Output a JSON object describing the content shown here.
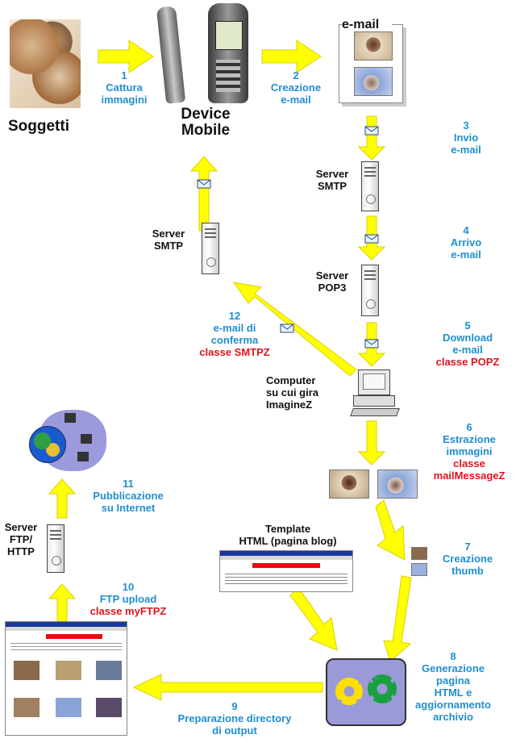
{
  "nodes": {
    "soggetti": "Soggetti",
    "device_line1": "Device",
    "device_line2": "Mobile",
    "email_doc": "e-mail",
    "smtp_right_line1": "Server",
    "smtp_right_line2": "SMTP",
    "pop3_line1": "Server",
    "pop3_line2": "POP3",
    "smtp_left_line1": "Server",
    "smtp_left_line2": "SMTP",
    "computer_line1": "Computer",
    "computer_line2": "su cui gira",
    "computer_line3": "ImagineZ",
    "template_line1": "Template",
    "template_line2": "HTML (pagina blog)",
    "ftp_line1": "Server",
    "ftp_line2": "FTP/",
    "ftp_line3": "HTTP"
  },
  "steps": {
    "s1": {
      "num": "1",
      "l1": "Cattura",
      "l2": "immagini"
    },
    "s2": {
      "num": "2",
      "l1": "Creazione",
      "l2": "e-mail"
    },
    "s3": {
      "num": "3",
      "l1": "Invio",
      "l2": "e-mail"
    },
    "s4": {
      "num": "4",
      "l1": "Arrivo",
      "l2": "e-mail"
    },
    "s5": {
      "num": "5",
      "l1": "Download",
      "l2": "e-mail",
      "cls": "classe POPZ"
    },
    "s6": {
      "num": "6",
      "l1": "Estrazione",
      "l2": "immagini",
      "cls1": "classe",
      "cls2": "mailMessageZ"
    },
    "s7": {
      "num": "7",
      "l1": "Creazione",
      "l2": "thumb"
    },
    "s8": {
      "num": "8",
      "l1": "Generazione",
      "l2": "pagina",
      "l3": "HTML e",
      "l4": "aggiornamento",
      "l5": "archivio"
    },
    "s9": {
      "num": "9",
      "l1": "Preparazione directory",
      "l2": "di output"
    },
    "s10": {
      "num": "10",
      "l1": "FTP upload",
      "cls": "classe myFTPZ"
    },
    "s11": {
      "num": "11",
      "l1": "Pubblicazione",
      "l2": "su Internet"
    },
    "s12": {
      "num": "12",
      "l1": "e-mail di",
      "l2": "conferma",
      "cls": "classe SMTPZ"
    }
  },
  "colors": {
    "arrow": "#ffff00",
    "arrow_edge": "#d8d000",
    "step_text": "#1e8fd0",
    "class_text": "#e0141e"
  }
}
